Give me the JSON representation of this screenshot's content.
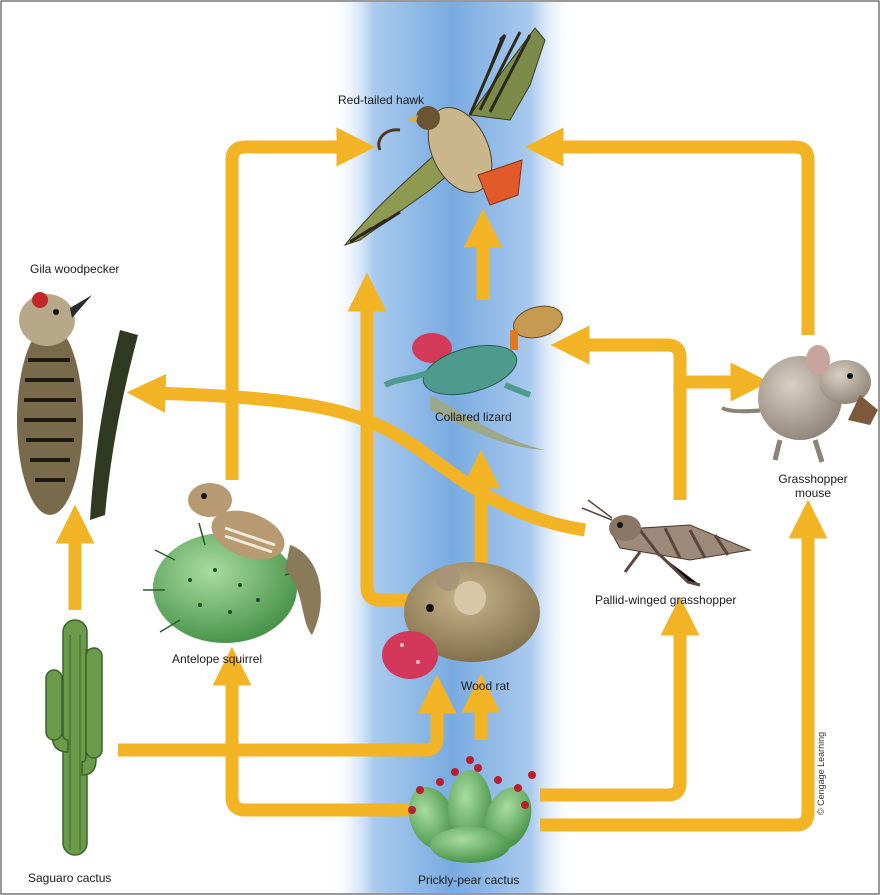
{
  "colors": {
    "arrow": "#f2b324",
    "arrow_edge": "#d89a12",
    "band_center": "#78abe0",
    "band_edge": "#ffffff"
  },
  "organisms": {
    "hawk": "Red-tailed hawk",
    "woodpecker": "Gila woodpecker",
    "lizard": "Collared lizard",
    "grasshopper_mouse": "Grasshopper\nmouse",
    "antelope_squirrel": "Antelope squirrel",
    "grasshopper": "Pallid-winged grasshopper",
    "wood_rat": "Wood rat",
    "saguaro": "Saguaro cactus",
    "prickly_pear": "Prickly-pear cactus"
  },
  "credit": "© Cengage Learning"
}
